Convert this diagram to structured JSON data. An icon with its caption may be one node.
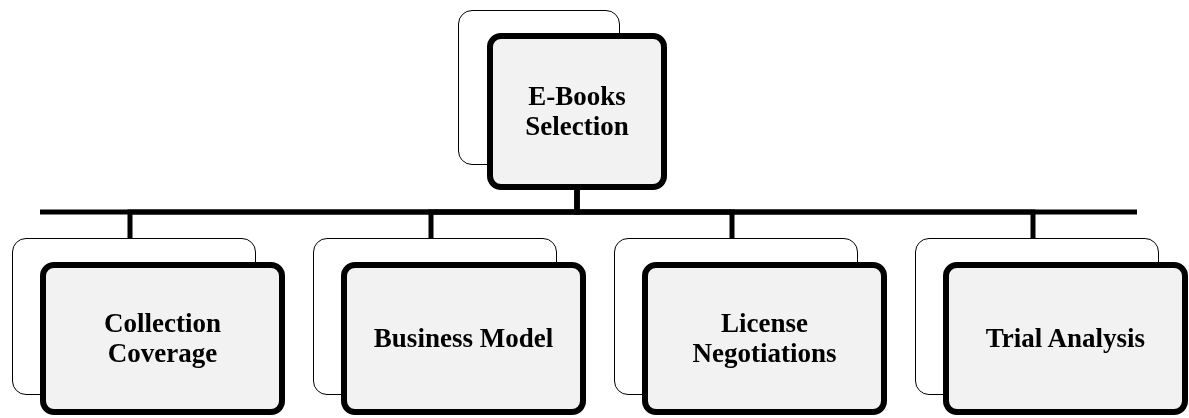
{
  "diagram": {
    "nodes": [
      {
        "text": [
          "E-Books Selection"
        ]
      },
      {
        "text": [
          "Collection Coverage"
        ]
      },
      {
        "text": [
          "Business Model"
        ]
      },
      {
        "text": [
          "License Negotiations"
        ]
      },
      {
        "text": [
          "Trial Analysis"
        ]
      }
    ],
    "edges": [
      {
        "from": 0,
        "to": 1,
        "arrow": "none"
      },
      {
        "from": 0,
        "to": 2,
        "arrow": "none"
      },
      {
        "from": 0,
        "to": 3,
        "arrow": "none"
      },
      {
        "from": 0,
        "to": 4,
        "arrow": "none"
      }
    ]
  }
}
